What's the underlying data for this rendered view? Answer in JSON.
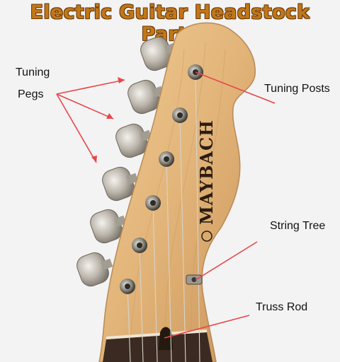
{
  "title": "Electric Guitar Headstock Parts",
  "labels": {
    "tuning_pegs_line1": "Tuning",
    "tuning_pegs_line2": "Pegs",
    "tuning_posts": "Tuning Posts",
    "string_tree": "String Tree",
    "truss_rod": "Truss Rod"
  },
  "logo_text": "MAYBACH",
  "colors": {
    "title": "#c27718",
    "title_outline": "#6b3a0a",
    "arrow": "#e8474a",
    "wood": "#e2b479",
    "fretboard": "#3a2a22",
    "chrome": "#b7b2a9"
  }
}
